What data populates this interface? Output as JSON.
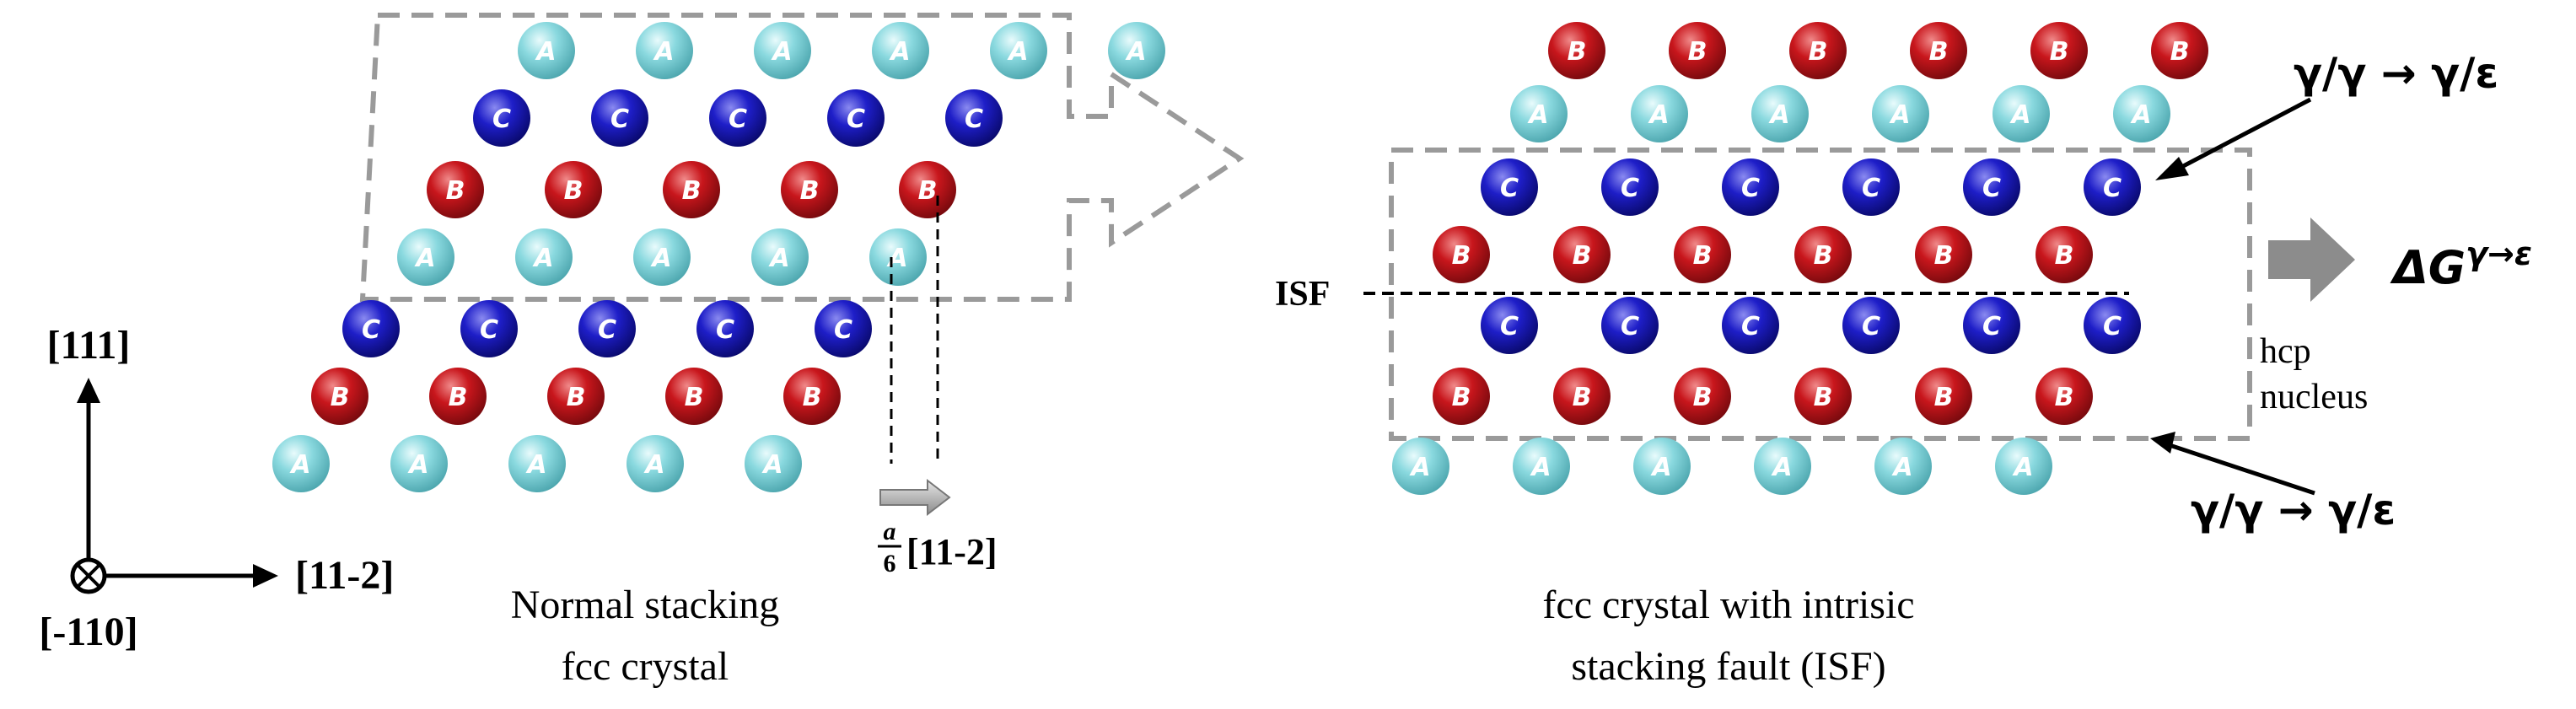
{
  "colors": {
    "A": "#7fd6dc",
    "B": "#c0161c",
    "C": "#1c1cc4",
    "box": "#9a9a9a",
    "ink": "#000000"
  },
  "atom_letters": {
    "A": "A",
    "B": "B",
    "C": "C"
  },
  "axes": {
    "vertical": "[111]",
    "horizontal": "[11-2]",
    "normal": "[-110]"
  },
  "left": {
    "caption_line1": "Normal stacking",
    "caption_line2": "fcc crystal",
    "shift_numerator": "a",
    "shift_denominator": "6",
    "shift_direction": "[11-2]"
  },
  "right": {
    "isf_label": "ISF",
    "interface_top": "γ/γ → γ/ε",
    "interface_bottom": "γ/γ → γ/ε",
    "hcp_line1": "hcp",
    "hcp_line2": "nucleus",
    "delta_g_base": "ΔG",
    "delta_g_sup": "γ→ε",
    "caption_line1": "fcc crystal with intrisic",
    "caption_line2": "stacking fault (ISF)"
  }
}
